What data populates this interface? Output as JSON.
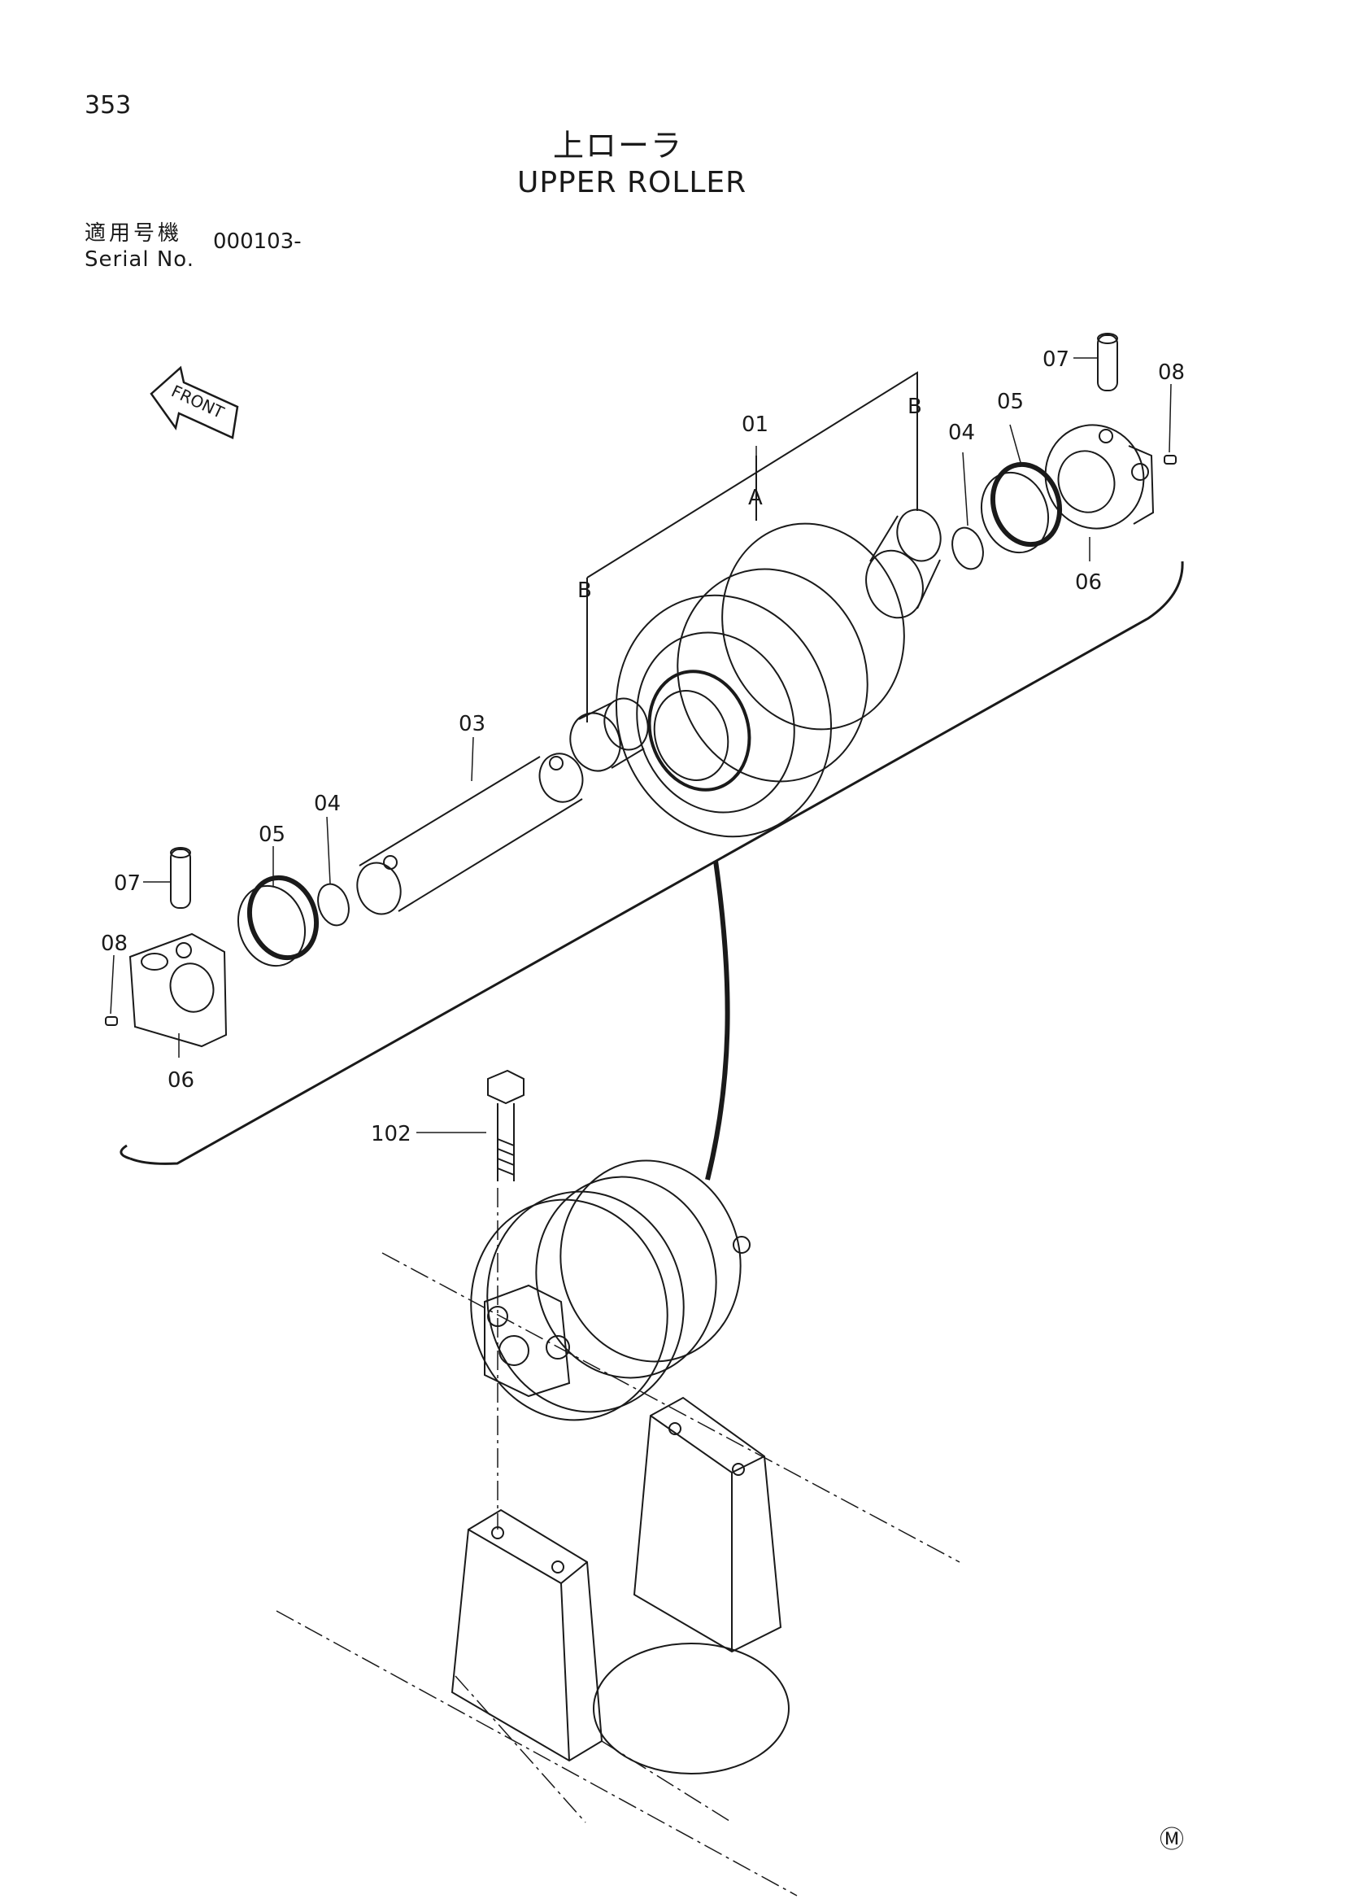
{
  "page_number": "353",
  "title_ja": "上ローラ",
  "title_en": "UPPER ROLLER",
  "serial_label_ja": "適用号機",
  "serial_label_en": "Serial No.",
  "serial_value": "000103-",
  "front_label": "FRONT",
  "callouts": {
    "roller_01": "01",
    "ref_a": "A",
    "ref_b_upper": "B",
    "ref_b_lower": "B",
    "shaft_03": "03",
    "oring_04_right": "04",
    "seal_05_right": "05",
    "pin_07_right": "07",
    "screw_08_right": "08",
    "bracket_06_right": "06",
    "oring_04_left": "04",
    "seal_05_left": "05",
    "pin_07_left": "07",
    "screw_08_left": "08",
    "bracket_06_left": "06",
    "bolt_102": "102"
  },
  "mark_symbol": "Ⓜ"
}
